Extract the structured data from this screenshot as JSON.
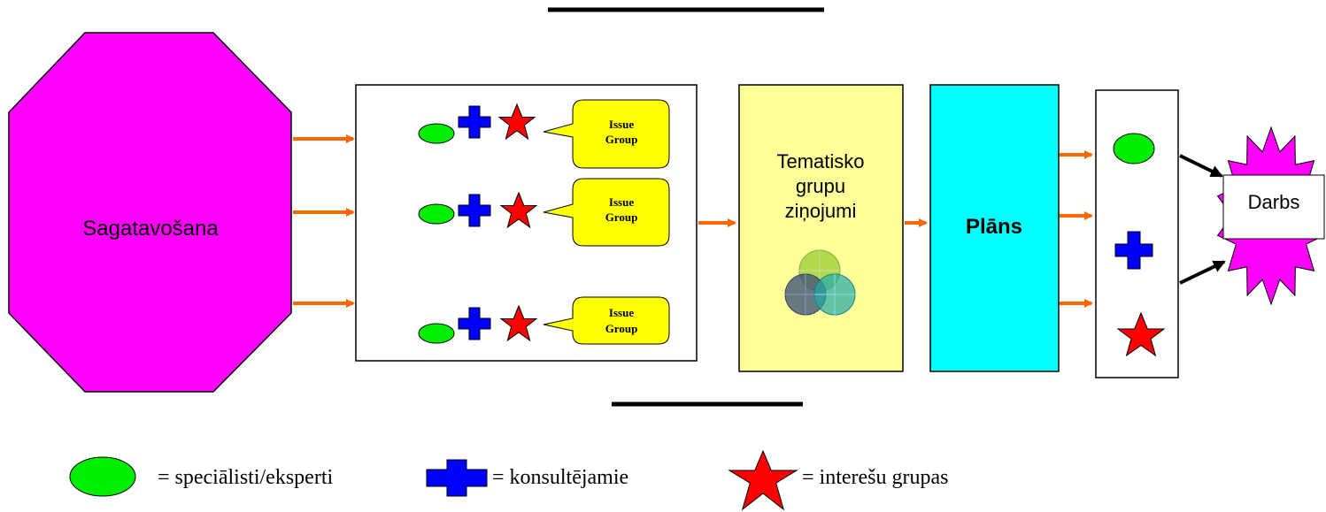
{
  "colors": {
    "octagon": "#ff00ff",
    "burst": "#ff00ff",
    "ellipse": "#00ee00",
    "cross": "#0000ff",
    "star": "#ff0000",
    "callout": "#ffff00",
    "reports": "#ffff99",
    "plan": "#00ffff",
    "arrow": "#ff6600"
  },
  "diagram": {
    "preparation_label": "Sagatavošana",
    "issue_groups": [
      {
        "line1": "Issue",
        "line2": "Group"
      },
      {
        "line1": "Issue",
        "line2": "Group"
      },
      {
        "line1": "Issue",
        "line2": "Group"
      }
    ],
    "reports_label": [
      "Tematisko",
      "grupu",
      "ziņojumi"
    ],
    "plan_label": "Plāns",
    "work_label": "Darbs"
  },
  "legend": {
    "specialists": "= speciālisti/eksperti",
    "consulted": "= konsultējamie",
    "interest_groups": "= interešu grupas"
  }
}
